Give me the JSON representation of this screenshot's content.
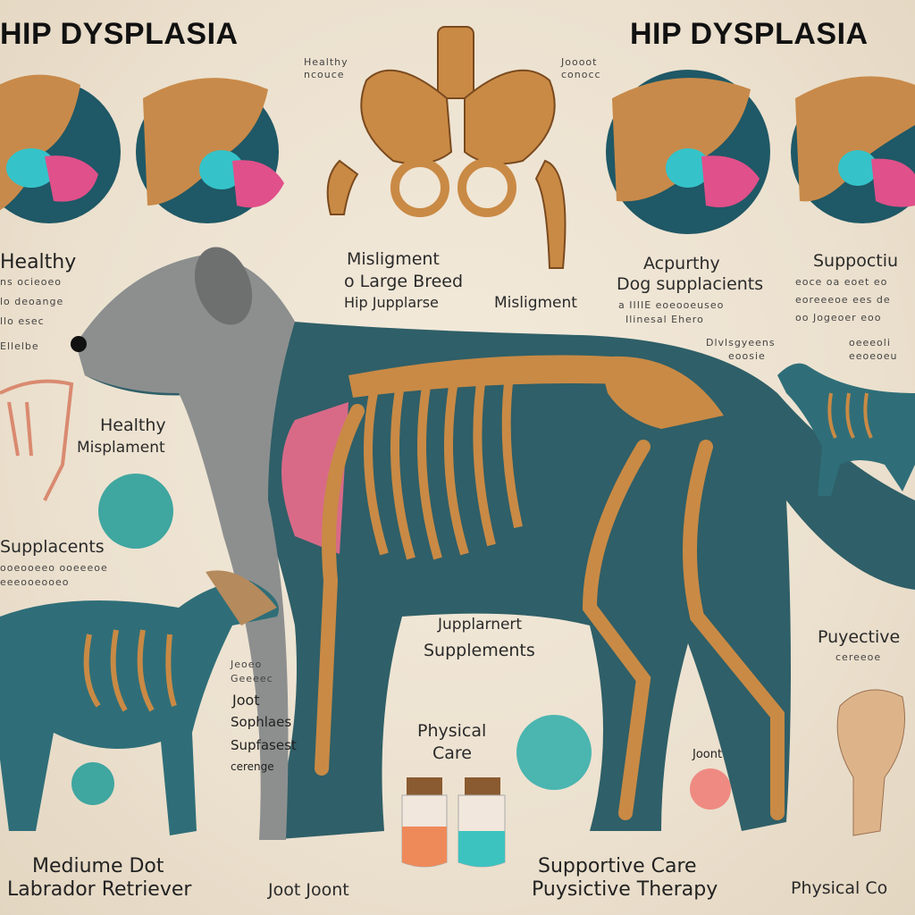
{
  "title_left": "HIP DYSPLASIA",
  "title_right": "HIP DYSPLASIA",
  "top_labels": {
    "healthy_small": "Healthy",
    "healthy_small_sub": "ncouce",
    "joint_small": "Joooot",
    "joint_small_sub": "conocc"
  },
  "left_panel": {
    "heading": "Healthy",
    "lines": [
      "ns ocieoeo",
      "lo deoange",
      "llo esec",
      "Ellelbe"
    ]
  },
  "center_panel": {
    "line1": "Misligment",
    "line2": "o Large Breed",
    "line3": "Hip Jupplarse",
    "side": "Misligment"
  },
  "right_panel_1": {
    "line1": "Acpurthy",
    "line2": "Dog supplacients",
    "line3": "a IIIIE eoeooeuseo",
    "line4": "Ilinesal Ehero",
    "line5": "Dlvlsgyeens",
    "line6": "eoosie"
  },
  "right_panel_2": {
    "heading": "Suppoctiu",
    "lines": [
      "eoce oa eoet eo",
      "eoreeeoe ees de",
      "oo Jogeoer eoo",
      "oeeeoli",
      "eeoeoeu"
    ]
  },
  "healthy_misplacement": {
    "line1": "Healthy",
    "line2": "Misplament"
  },
  "supplacents": {
    "heading": "Supplacents",
    "lines": [
      "ooeooeeo ooeeeoe",
      "eeeooeooeo"
    ]
  },
  "supplements_center": {
    "line1": "Jupplarnert",
    "line2": "Supplements"
  },
  "physical_care": {
    "line1": "Physical",
    "line2": "Care"
  },
  "joint_right": "Joont",
  "puyective": {
    "heading": "Puyective",
    "sub": "cereeoe"
  },
  "small_dog_labels": [
    "Jeoeo",
    "Geeeec",
    "Joot",
    "Sophlaes",
    "Supfasest",
    "cerenge"
  ],
  "bottom": {
    "left_line1": "Mediume Dot",
    "left_line2": "Labrador Retriever",
    "center_left": "Joot  Joont",
    "center_right_line1": "Supportive Care",
    "center_right_line2": "Puysictive Therapy",
    "right": "Physical Co"
  },
  "colors": {
    "bone": "#c98a45",
    "coat": "#2f5f68",
    "gray": "#8d8f8f",
    "cyan": "#3cc0c8",
    "pink": "#e0508a",
    "background": "#efe6d6"
  }
}
